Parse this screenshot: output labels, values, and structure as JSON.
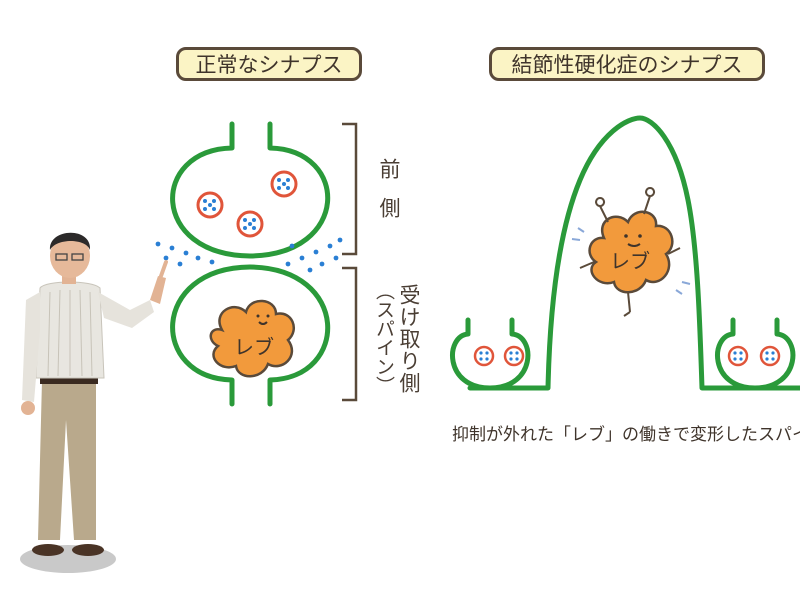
{
  "titles": {
    "normal": "正常なシナプス",
    "sclerosis": "結節性硬化症のシナプス"
  },
  "side_labels": {
    "presynaptic": "前側",
    "postsynaptic": "受け取り側",
    "postsynaptic_note": "（スパイン）"
  },
  "molecule": {
    "normal": "レブ",
    "sclerosis": "レブ"
  },
  "caption": "抑制が外れた「レブ」の働きで変形したスパイン",
  "colors": {
    "membrane": "#2a9a3a",
    "vesicle_ring": "#e0553a",
    "neurotransmitter": "#2a7fd4",
    "reb_fill": "#f29a3c",
    "title_bg": "#fbf4c5",
    "bracket": "#5a4a3a"
  }
}
